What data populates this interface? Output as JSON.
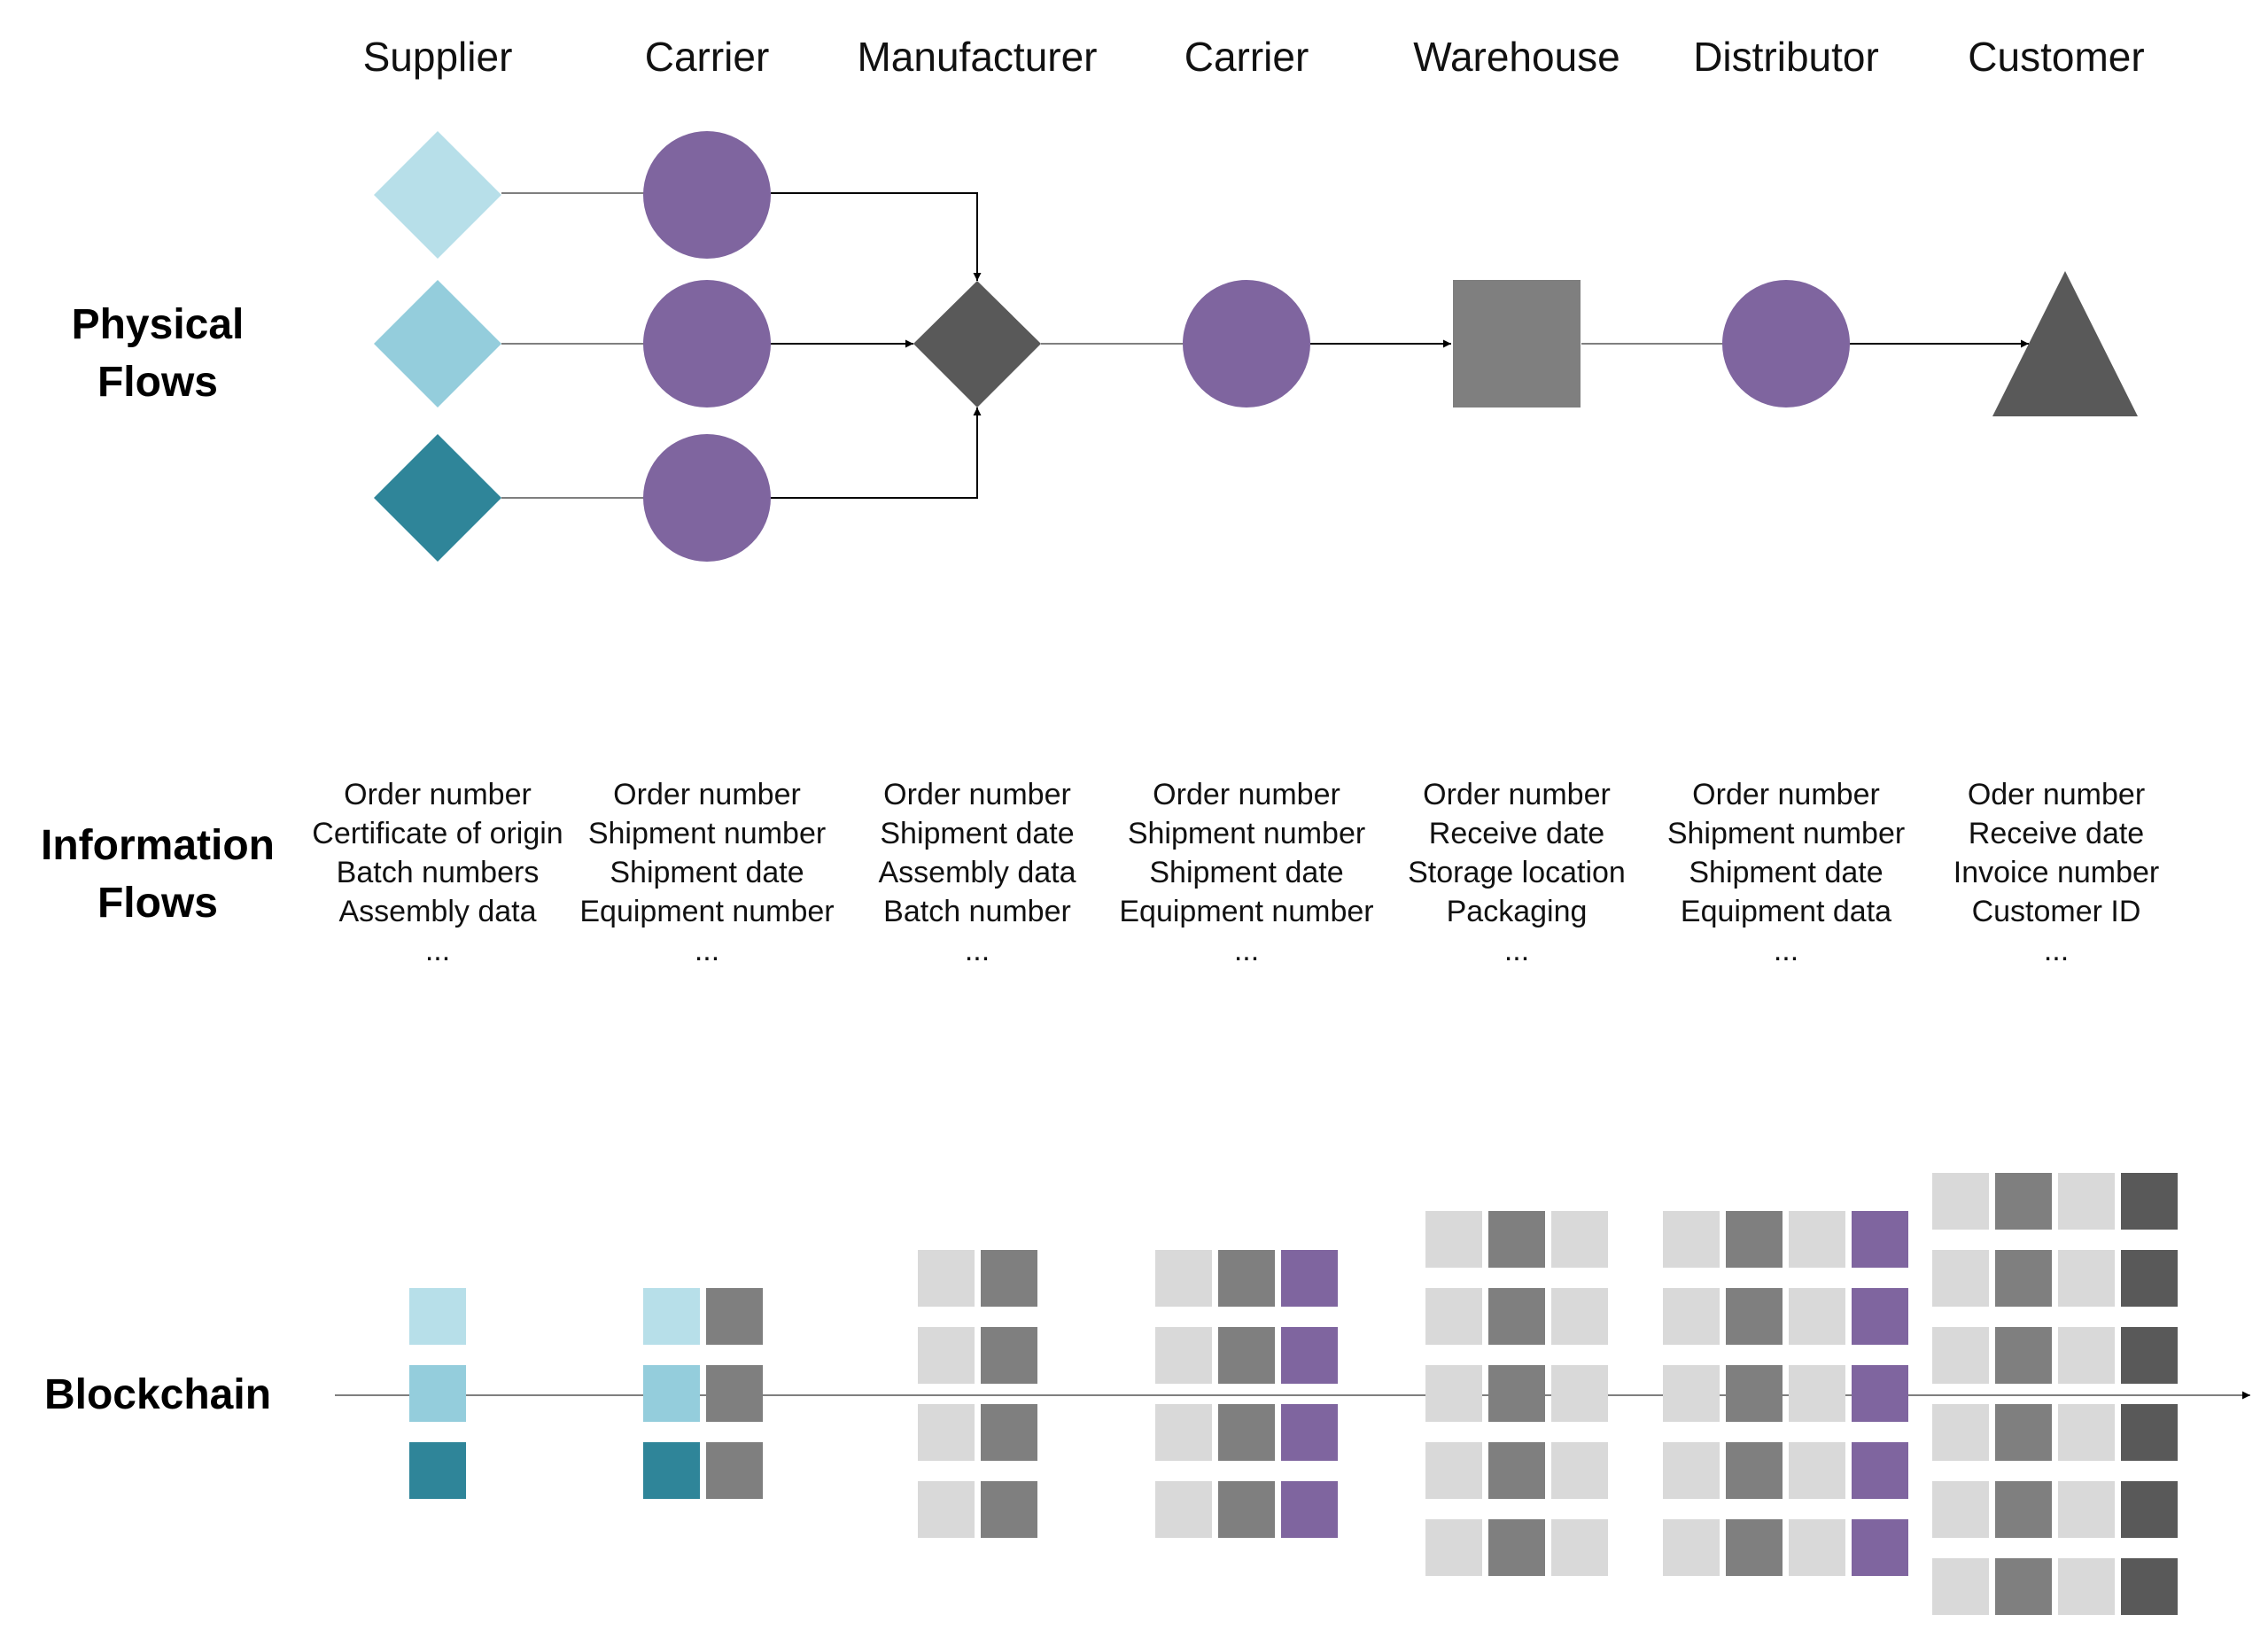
{
  "stages": [
    "Supplier",
    "Carrier",
    "Manufacturer",
    "Carrier",
    "Warehouse",
    "Distributor",
    "Customer"
  ],
  "row_labels": {
    "physical": [
      "Physical",
      "Flows"
    ],
    "information": [
      "Information",
      "Flows"
    ],
    "blockchain": "Blockchain"
  },
  "info_flows": [
    [
      "Order number",
      "Certificate of origin",
      "Batch numbers",
      "Assembly data",
      "..."
    ],
    [
      "Order number",
      "Shipment number",
      "Shipment date",
      "Equipment number",
      "..."
    ],
    [
      "Order number",
      "Shipment date",
      "Assembly data",
      "Batch number",
      "..."
    ],
    [
      "Order number",
      "Shipment number",
      "Shipment date",
      "Equipment number",
      "..."
    ],
    [
      "Order number",
      "Receive date",
      "Storage location",
      "Packaging",
      "..."
    ],
    [
      "Order number",
      "Shipment number",
      "Shipment date",
      "Equipment data",
      "..."
    ],
    [
      "Oder number",
      "Receive date",
      "Invoice number",
      "Customer ID",
      "..."
    ]
  ],
  "colors": {
    "supplier_light": "#b7dfe9",
    "supplier_mid": "#94cddc",
    "supplier_dark": "#2f8599",
    "carrier_purple": "#7f659f",
    "manufacturer_dark": "#595959",
    "warehouse_grey": "#7f7f7f",
    "block_light": "#d9d9d9",
    "block_mid": "#7f7f7f",
    "block_dark": "#595959",
    "line": "#7f7f7f"
  }
}
